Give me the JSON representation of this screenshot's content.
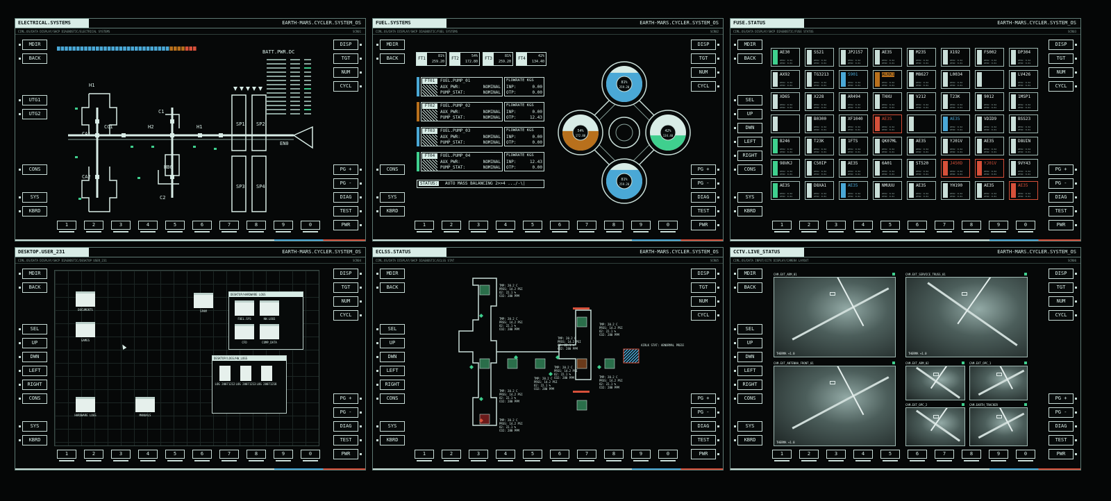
{
  "panels": [
    {
      "title": "ELECTRICAL.SYSTEMS",
      "system": "EARTH-MARS.CYCLER.SYSTEM_OS",
      "path": "CIML.OS/DATA DISPLAY/SHCP DIAGNOSTIC/ELECTRICAL SYSTEMS",
      "screen": "SCR01",
      "left": [
        "MDIR",
        "BACK",
        "",
        "",
        "UTG1",
        "UTG2",
        "",
        "",
        "",
        "CONS",
        "",
        "SYS",
        "KBRD"
      ],
      "right": [
        "DISP",
        "TGT",
        "NUM",
        "CYCL",
        "",
        "",
        "",
        "",
        "",
        "PG +",
        "PG -",
        "DIAG",
        "TEST",
        "PWR"
      ]
    },
    {
      "title": "FUEL.SYSTEMS",
      "system": "EARTH-MARS.CYCLER.SYSTEM_OS",
      "path": "CIML.OS/DATA DISPLAY/SHCP DIAGNOSTIC/FUEL SYSTEMS",
      "screen": "SCR02",
      "left": [
        "MDIR",
        "BACK",
        "",
        "",
        "",
        "",
        "",
        "",
        "",
        "CONS",
        "",
        "SYS",
        "KBRD"
      ],
      "right": [
        "DISP",
        "TGT",
        "NUM",
        "CYCL",
        "",
        "",
        "",
        "",
        "",
        "PG +",
        "PG -",
        "DIAG",
        "TEST",
        "PWR"
      ]
    },
    {
      "title": "FUSE.STATUS",
      "system": "EARTH-MARS.CYCLER.SYSTEM_OS",
      "path": "CIML.OS/DATA DISPLAY/SHCP DIAGNOSTIC/FUSE STATUS",
      "screen": "SCR03",
      "left": [
        "MDIR",
        "BACK",
        "",
        "",
        "SEL",
        "UP",
        "DWN",
        "LEFT",
        "RIGHT",
        "CONS",
        "",
        "SYS",
        "KBRD"
      ],
      "right": [
        "DISP",
        "TGT",
        "NUM",
        "CYCL",
        "",
        "",
        "",
        "",
        "",
        "PG +",
        "PG -",
        "DIAG",
        "TEST",
        "PWR"
      ]
    },
    {
      "title": "DESKTOP.USER_231",
      "system": "EARTH-MARS.CYCLER.SYSTEM_OS",
      "path": "CIML.OS/DATA DISPLAY/SHCP DIAGNOSTIC/DESKTOP USER_231",
      "screen": "SCR04",
      "left": [
        "MDIR",
        "BACK",
        "",
        "",
        "SEL",
        "UP",
        "DWN",
        "LEFT",
        "RIGHT",
        "CONS",
        "",
        "SYS",
        "KBRD"
      ],
      "right": [
        "DISP",
        "TGT",
        "NUM",
        "CYCL",
        "",
        "",
        "",
        "",
        "",
        "PG +",
        "PG -",
        "DIAG",
        "TEST",
        "PWR"
      ]
    },
    {
      "title": "ECLSS.STATUS",
      "system": "EARTH-MARS.CYCLER.SYSTEM_OS",
      "path": "CIML.OS/DATA DISPLAY/SHCP DIAGNOSTIC/ECLSS STAT",
      "screen": "SCR05",
      "left": [
        "MDIR",
        "BACK",
        "",
        "",
        "SEL",
        "UP",
        "DWN",
        "LEFT",
        "RIGHT",
        "CONS",
        "",
        "SYS",
        "KBRD"
      ],
      "right": [
        "DISP",
        "TGT",
        "NUM",
        "CYCL",
        "",
        "",
        "",
        "",
        "",
        "PG +",
        "PG -",
        "DIAG",
        "TEST",
        "PWR"
      ]
    },
    {
      "title": "CCTV.LIVE_STATUS",
      "system": "EARTH-MARS.CYCLER.SYSTEM_OS",
      "path": "CIML.OS/DATA INPUT/CCTV DISPLAY/CAMERA LAYOUT",
      "screen": "SCR06",
      "left": [
        "MDIR",
        "BACK",
        "",
        "",
        "SEL",
        "UP",
        "DWN",
        "LEFT",
        "RIGHT",
        "CONS",
        "",
        "SYS",
        "KBRD"
      ],
      "right": [
        "DISP",
        "TGT",
        "NUM",
        "CYCL",
        "",
        "",
        "",
        "",
        "",
        "PG +",
        "PG -",
        "DIAG",
        "TEST",
        "PWR"
      ]
    }
  ],
  "numbers": [
    "1",
    "2",
    "3",
    "4",
    "5",
    "6",
    "7",
    "8",
    "9",
    "0"
  ],
  "colors": {
    "accent": "#4aa8d6",
    "warn": "#d6503a",
    "fuel_orange": "#b8701c",
    "fuel_green": "#3fcf8e",
    "panel_line": "#5f7a74"
  },
  "electrical": {
    "batt_label": "BATT.PWR.DC",
    "nodes": [
      "H1",
      "CA1",
      "CC1",
      "C1",
      "H2",
      "H1",
      "HB6",
      "CA2",
      "C2",
      "H2",
      "SP1",
      "SP2",
      "SP3",
      "SP4",
      "EN0"
    ]
  },
  "fuel": {
    "tanks": [
      {
        "id": "FT1",
        "pct": "81%",
        "val": "259.20"
      },
      {
        "id": "FT2",
        "pct": "54%",
        "val": "172.80"
      },
      {
        "id": "FT3",
        "pct": "81%",
        "val": "259.20"
      },
      {
        "id": "FT4",
        "pct": "42%",
        "val": "134.40"
      }
    ],
    "pumps": [
      {
        "id": "FT01",
        "name": "FUEL.PUMP_01",
        "aux": "AUX_PWR:",
        "aux_v": "NOMINAL",
        "stat": "PUMP_STAT:",
        "stat_v": "NOMINAL",
        "flow": "FLOWRATE KGS",
        "inp": "INP:",
        "inp_v": "0.00",
        "otp": "OTP:",
        "otp_v": "0.00",
        "color": "#4aa8d6"
      },
      {
        "id": "FT02",
        "name": "FUEL.PUMP_02",
        "aux": "AUX_PWR:",
        "aux_v": "NOMINAL",
        "stat": "PUMP_STAT:",
        "stat_v": "NOMINAL",
        "flow": "FLOWRATE KGS",
        "inp": "INP:",
        "inp_v": "0.00",
        "otp": "OTP:",
        "otp_v": "12.43",
        "color": "#b8701c"
      },
      {
        "id": "FT03",
        "name": "FUEL.PUMP_03",
        "aux": "AUX_PWR:",
        "aux_v": "NOMINAL",
        "stat": "PUMP_STAT:",
        "stat_v": "NOMINAL",
        "flow": "FLOWRATE KGS",
        "inp": "INP:",
        "inp_v": "0.00",
        "otp": "OTP:",
        "otp_v": "0.00",
        "color": "#4aa8d6"
      },
      {
        "id": "FT04",
        "name": "FUEL.PUMP_04",
        "aux": "AUX_PWR:",
        "aux_v": "NOMINAL",
        "stat": "PUMP_STAT:",
        "stat_v": "NOMINAL",
        "flow": "FLOWRATE KGS",
        "inp": "INP:",
        "inp_v": "12.43",
        "otp": "OTP:",
        "otp_v": "0.00",
        "color": "#3fcf8e"
      }
    ],
    "status_label": "STATUS:",
    "status_text": "AUTO MASS BALANCING 2>>4 .../-\\|",
    "ring": [
      {
        "pct": "81%",
        "val": "259.20",
        "fill": 0.81
      },
      {
        "pct": "54%",
        "val": "172.80",
        "fill": 0.54
      },
      {
        "pct": "42%",
        "val": "134.40",
        "fill": 0.42
      },
      {
        "pct": "81%",
        "val": "259.20",
        "fill": 0.81
      }
    ]
  },
  "fuse": {
    "rows": [
      [
        "AE30",
        "SS21",
        "JP2157",
        "AE35",
        "M235",
        "X192",
        "FS002",
        "DP304"
      ],
      [
        "AX92",
        "TG3213",
        "S901",
        "ALKK1",
        "M8627",
        "L0034",
        "",
        "LV426"
      ],
      [
        "XD65",
        "X228",
        "AR494",
        "THXU",
        "V212",
        "T23K",
        "9012",
        "1MSP1"
      ],
      [
        "",
        "B0300",
        "XF1040",
        "AE35",
        "",
        "AE35",
        "VDID9",
        "BSS23"
      ],
      [
        "B246",
        "T23K",
        "1FTS",
        "QK07ML",
        "AE35",
        "YJ01V",
        "AE35",
        "D8UIN"
      ],
      [
        "98VKJ",
        "C50IP",
        "AE35",
        "6A01",
        "ST520",
        "J450D",
        "YJ01V",
        "9VY43"
      ],
      [
        "AE35",
        "D8XA1",
        "AE35",
        "NMUUU",
        "AE35",
        "YH190",
        "AE35",
        "AE35"
      ]
    ],
    "line1": "UT01: 0.52",
    "line2": "UT02: 0.01"
  },
  "desktop": {
    "icons": [
      {
        "label": "DOCUMENTS"
      },
      {
        "label": "GAMES"
      },
      {
        "label": "SPAM"
      },
      {
        "label": "HARDWARE LOGS"
      },
      {
        "label": "MANUALS"
      }
    ],
    "win1_title": "DESKTOP/HARDWARE LOGS",
    "win1_items": [
      "FUEL.SYS",
      "HW.LOGS",
      "CFD",
      "COMP_DATA"
    ],
    "win2_title": "DESKTOP/LOGS/HW_LOGS",
    "win2_items": [
      "LOG 20071212",
      "LOG 20071213",
      "LOG 20071218"
    ]
  },
  "eclss": {
    "readout": [
      "TMP:  20.2 C",
      "PRSS: 14.2 PSI",
      "O2:   22.1 %",
      "CO2:  280 PPM"
    ],
    "alert": "AIRLK STAT: ABNORMAL PRESSURES"
  },
  "cctv": {
    "cams": [
      "CAM.EXT_ARM_01",
      "CAM.EXT_SERVICE_TRUSS_01",
      "CAM.EXT_ANTENNA_FRONT_01",
      "CAM.EXT_ARM_02",
      "CAM.EXT_OPC_1",
      "CAM.EXT_OPC_2",
      "CAM.EARTH_TRACKER"
    ],
    "therma": "THERMA +1.0"
  }
}
